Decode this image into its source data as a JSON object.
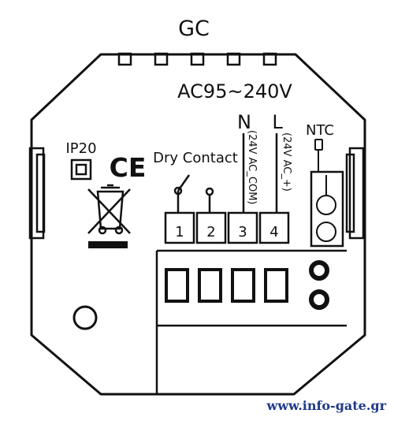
{
  "model": "GC",
  "voltage": "AC95~240V",
  "neutral_label": "N",
  "live_label": "L",
  "ip_rating": "IP20",
  "ce_mark": "CE",
  "dry_contact_label": "Dry Contact",
  "ntc_label": "NTC",
  "com_label": "(24V AC_COM)",
  "plus_label": "(24V AC_+)",
  "terminals": [
    "1",
    "2",
    "3",
    "4"
  ],
  "watermark": "www.info-gate.gr",
  "icons": {
    "weee": "crossed-out-wheelie-bin-icon",
    "double_insulation": "double-insulation-icon",
    "ce": "ce-mark-icon",
    "ntc": "ntc-sensor-icon"
  },
  "colors": {
    "line": "#111111",
    "watermark": "#1f3a8a"
  }
}
